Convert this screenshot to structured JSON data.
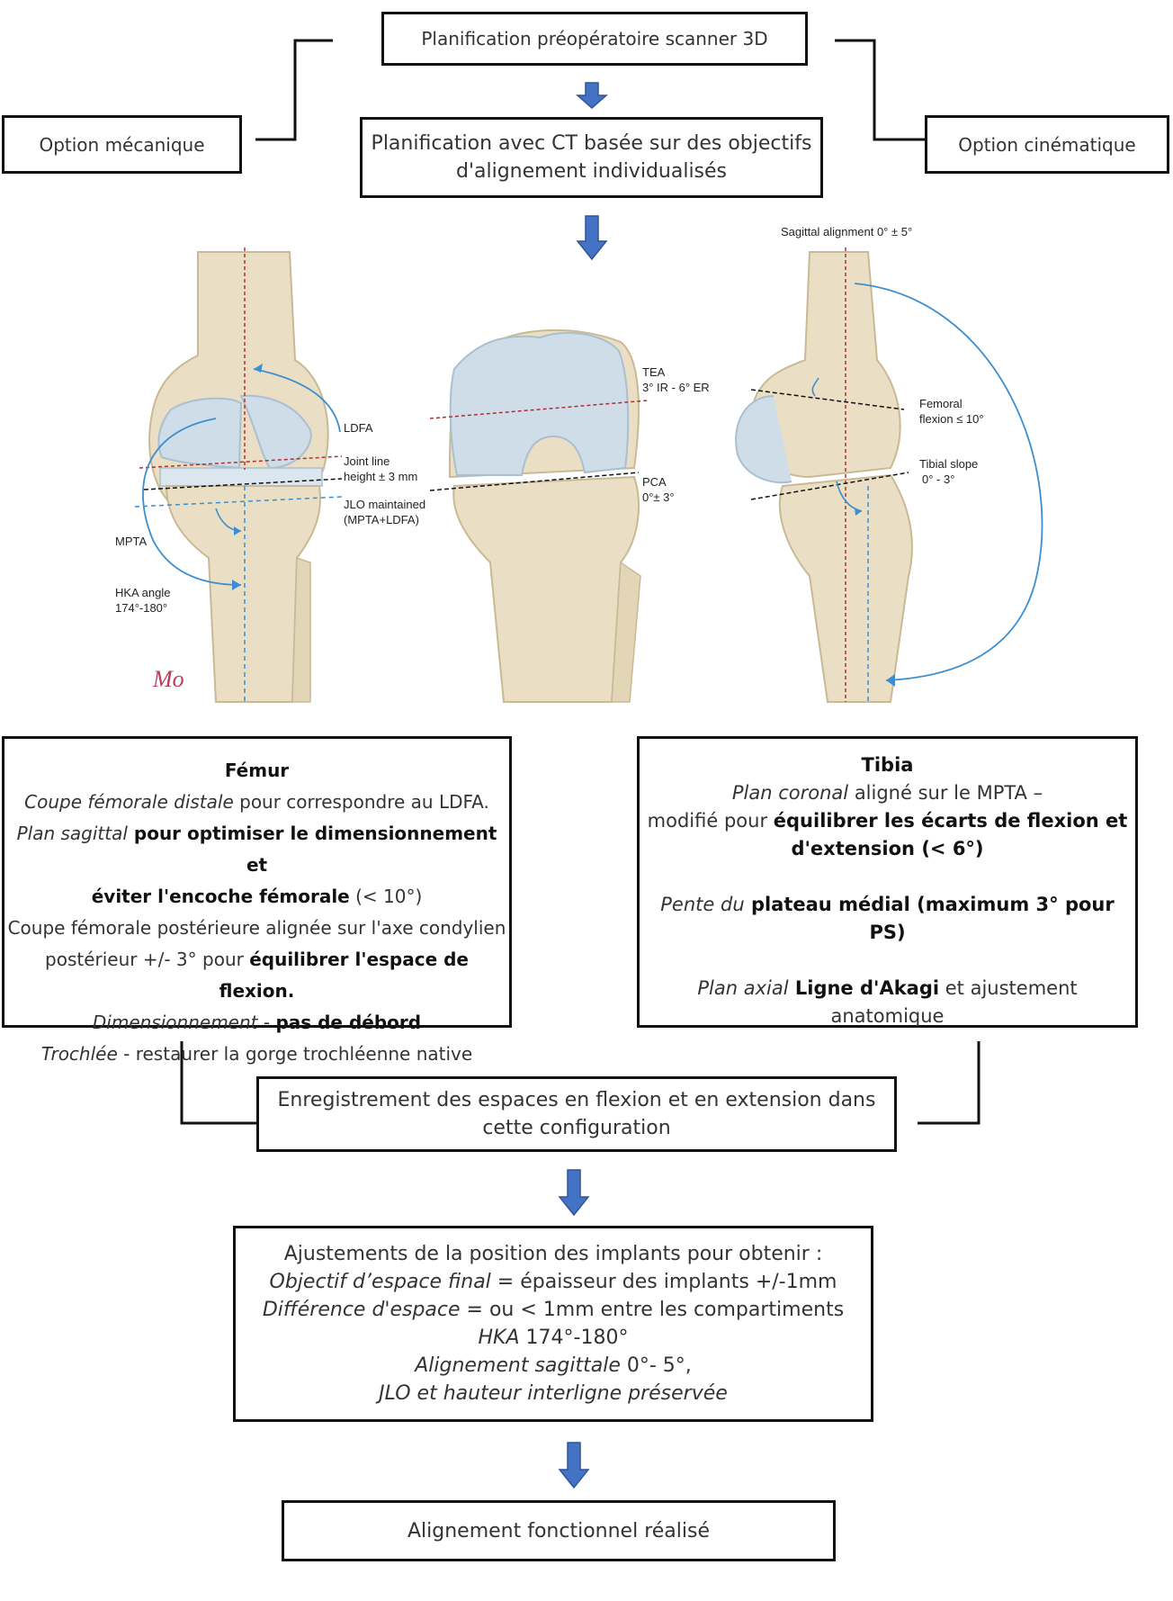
{
  "top_box": "Planification préopératoire scanner 3D",
  "left_option": "Option mécanique",
  "right_option": "Option cinématique",
  "plan_box": {
    "line1": "Planification avec CT basée sur des objectifs",
    "line2": "d'alignement individualisés"
  },
  "anatomy": {
    "left_labels": {
      "ldfa": "LDFA",
      "joint_line_1": "Joint line",
      "joint_line_2": "height ± 3 mm",
      "jlo_1": "JLO maintained",
      "jlo_2": "(MPTA+LDFA)",
      "mpta": "MPTA",
      "hka_1": "HKA angle",
      "hka_2": "174°-180°",
      "signature": "Mo"
    },
    "center_labels": {
      "tea_1": "TEA",
      "tea_2": "3° IR - 6° ER",
      "pca_1": "PCA",
      "pca_2": "0°± 3°"
    },
    "right_labels": {
      "sagittal": "Sagittal alignment 0° ± 5°",
      "femoral_1": "Femoral",
      "femoral_2": "flexion ≤ 10°",
      "tibial_1": "Tibial slope",
      "tibial_2": "0° - 3°"
    }
  },
  "femur_panel": {
    "title": "Fémur",
    "l1_italic": "Coupe fémorale distale",
    "l1_rest": " pour correspondre au LDFA.",
    "l2_italic": "Plan sagittal",
    "l2_bold": " pour optimiser le dimensionnement et",
    "l3_bold": "éviter l'encoche fémorale",
    "l3_rest": " (< 10°)",
    "l4": "Coupe fémorale postérieure alignée sur l'axe condylien",
    "l5_rest": "postérieur +/- 3° pour ",
    "l5_bold": "équilibrer l'espace de flexion.",
    "l6_italic": "Dimensionnement",
    "l6_rest": " - ",
    "l6_bold": "pas de débord",
    "l7_italic": "Trochlée",
    "l7_rest": " - restaurer la gorge trochléenne native"
  },
  "tibia_panel": {
    "title": "Tibia",
    "l1_italic": "Plan coronal",
    "l1_rest": " aligné sur le MPTA –",
    "l2_rest": "modifié pour ",
    "l2_bold": "équilibrer les écarts de flexion et",
    "l3_bold": "d'extension (< 6°)",
    "l4_italic": "Pente du",
    "l4_bold": " plateau médial (maximum 3° pour PS)",
    "l5_italic": "Plan axial",
    "l5_bold": " Ligne d'Akagi",
    "l5_rest": " et ajustement",
    "l6": "anatomique"
  },
  "record_box": {
    "line1": "Enregistrement des espaces en flexion et en extension dans",
    "line2": "cette configuration"
  },
  "adjust_box": {
    "line1": "Ajustements de la position des implants pour obtenir :",
    "l2_italic": "Objectif d’espace final",
    "l2_rest": " = épaisseur des implants +/-1mm",
    "l3_italic": "Différence d'espace",
    "l3_rest": " = ou < 1mm entre les compartiments",
    "l4_italic": "HKA",
    "l4_rest": " 174°-180°",
    "l5_italic": "Alignement sagittale",
    "l5_rest": " 0°- 5°,",
    "l6_italic": "JLO et hauteur interligne préservée"
  },
  "final_box": "Alignement fonctionnel réalisé",
  "colors": {
    "arrow_blue": "#4472c4",
    "bone": "#eadfc4",
    "implant": "#cfdde8",
    "red_dash": "#b03030",
    "blue_dash": "#3b8fd0"
  }
}
